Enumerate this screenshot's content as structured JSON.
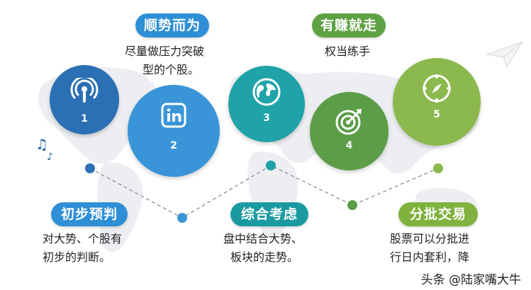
{
  "colors": {
    "blue_dark": "#2b6fb5",
    "blue": "#3a95d8",
    "teal": "#1fa3a8",
    "green_dark": "#5c9d47",
    "green_light": "#8cb94d",
    "pill_blue": "#2e8fd6",
    "pill_teal": "#1a9aa0",
    "pill_green": "#5ea243",
    "pill_lime": "#7fb23e"
  },
  "top_items": [
    {
      "title": "顺势而为",
      "lines": [
        "尽量做压力突破",
        "型的个股。"
      ]
    },
    {
      "title": "有赚就走",
      "lines": [
        "权当练手"
      ]
    }
  ],
  "bottom_items": [
    {
      "title": "初步预判",
      "lines": [
        "对大势、个股有",
        "初步的判断。"
      ]
    },
    {
      "title": "综合考虑",
      "lines": [
        "盘中结合大势、",
        "板块的走势。"
      ]
    },
    {
      "title": "分批交易",
      "lines": [
        "股票可以分批进",
        "行日内套利，降"
      ]
    }
  ],
  "circles": [
    {
      "number": "1",
      "icon": "podcast-icon"
    },
    {
      "number": "2",
      "icon": "linkedin-icon"
    },
    {
      "number": "3",
      "icon": "globe-icon"
    },
    {
      "number": "4",
      "icon": "target-icon"
    },
    {
      "number": "5",
      "icon": "compass-icon"
    }
  ],
  "watermark": "头条 @陆家嘴大牛"
}
